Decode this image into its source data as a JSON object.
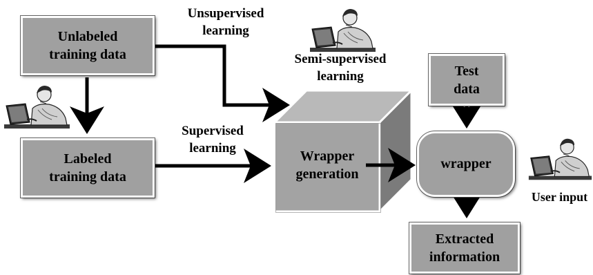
{
  "nodes": {
    "unlabeled": [
      "Unlabeled",
      "training data"
    ],
    "labeled": [
      "Labeled",
      "training data"
    ],
    "wrapper_generation": [
      "Wrapper",
      "generation"
    ],
    "test_data": [
      "Test",
      "data"
    ],
    "wrapper": "wrapper",
    "extracted": [
      "Extracted",
      "information"
    ]
  },
  "edges": {
    "unsupervised": [
      "Unsupervised",
      "learning"
    ],
    "supervised": [
      "Supervised",
      "learning"
    ],
    "semi_supervised": [
      "Semi-supervised",
      "learning"
    ]
  },
  "actors": {
    "user_input": "User input"
  },
  "icons": [
    "person-at-computer-icon",
    "person-at-computer-icon",
    "person-at-computer-icon"
  ],
  "colors": {
    "box_fill": "#a0a0a0",
    "cube_front": "#a3a3a3",
    "cube_top": "#b8b8b8",
    "cube_side": "#7a7a7a",
    "arrow": "#000000"
  }
}
